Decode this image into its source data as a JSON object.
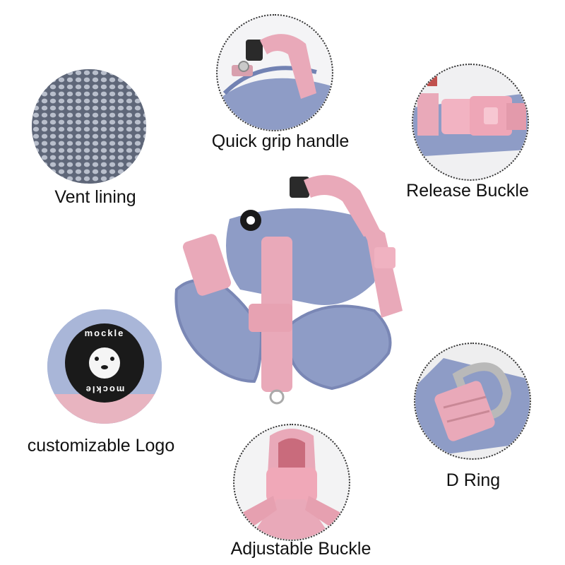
{
  "features": {
    "vent_lining": {
      "label": "Vent lining"
    },
    "grip_handle": {
      "label": "Quick grip handle"
    },
    "release_buckle": {
      "label": "Release Buckle"
    },
    "custom_logo": {
      "label": "customizable Logo",
      "logo_text_top": "mockle",
      "logo_text_bottom": "mockle"
    },
    "d_ring": {
      "label": "D Ring"
    },
    "adjustable_buckle": {
      "label": "Adjustable Buckle"
    }
  },
  "colors": {
    "harness_blue": "#8e9cc6",
    "harness_pink": "#e9a9b9",
    "mesh_gray": "#7d8496",
    "logo_black": "#1a1a1a"
  }
}
